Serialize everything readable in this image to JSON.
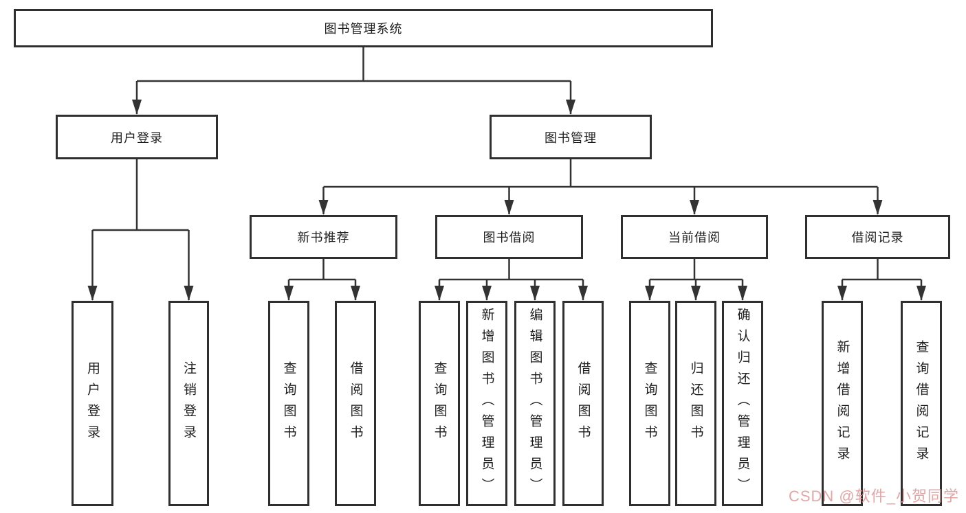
{
  "diagram": {
    "root": {
      "label": "图书管理系统"
    },
    "branches": [
      {
        "label": "用户登录",
        "children": [
          {
            "label": "用户登录"
          },
          {
            "label": "注销登录"
          }
        ]
      },
      {
        "label": "图书管理",
        "children": [
          {
            "label": "新书推荐",
            "children": [
              {
                "label": "查询图书"
              },
              {
                "label": "借阅图书"
              }
            ]
          },
          {
            "label": "图书借阅",
            "children": [
              {
                "label": "查询图书"
              },
              {
                "label": "新增图书（管理员）"
              },
              {
                "label": "编辑图书（管理员）"
              },
              {
                "label": "借阅图书"
              }
            ]
          },
          {
            "label": "当前借阅",
            "children": [
              {
                "label": "查询图书"
              },
              {
                "label": "归还图书"
              },
              {
                "label": "确认归还（管理员）"
              }
            ]
          },
          {
            "label": "借阅记录",
            "children": [
              {
                "label": "新增借阅记录"
              },
              {
                "label": "查询借阅记录"
              }
            ]
          }
        ]
      }
    ]
  },
  "watermark": {
    "text": "CSDN @软件_小贺同学"
  },
  "colors": {
    "line": "#333333",
    "box-border": "#2f2f2f",
    "box-fill": "#ffffff",
    "background": "#ffffff",
    "watermark": "#e09696"
  }
}
